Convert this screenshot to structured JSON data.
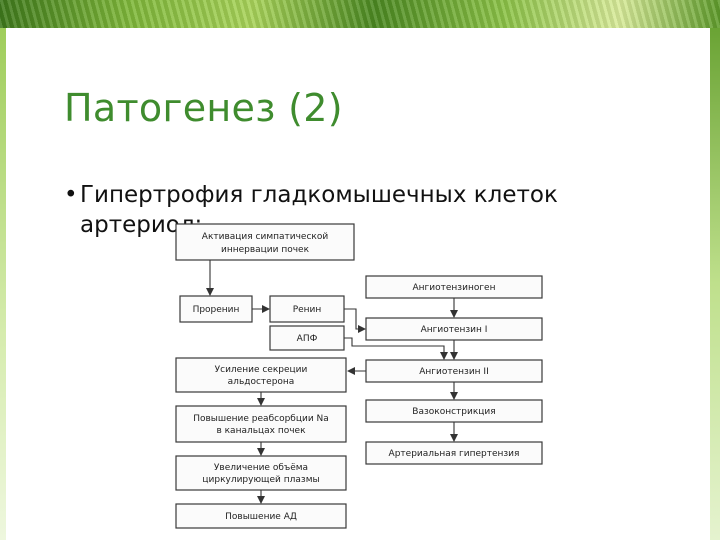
{
  "slide": {
    "title": "Патогенез (2)",
    "bullet": "Гипертрофия гладкомышечных клеток артериол;"
  },
  "diagram": {
    "left_column": [
      {
        "line1": "Активация симпатической",
        "line2": "иннервации почек"
      },
      {
        "line1": "Проренин"
      },
      {
        "line1": "Ренин"
      },
      {
        "line1": "АПФ"
      },
      {
        "line1": "Усиление секреции",
        "line2": "альдостерона"
      },
      {
        "line1": "Повышение реабсорбции Na",
        "line2": "в канальцах почек"
      },
      {
        "line1": "Увеличение объёма",
        "line2": "циркулирующей плазмы"
      },
      {
        "line1": "Повышение АД"
      }
    ],
    "right_column": [
      {
        "line1": "Ангиотензиноген"
      },
      {
        "line1": "Ангиотензин I"
      },
      {
        "line1": "Ангиотензин II"
      },
      {
        "line1": "Вазоконстрикция"
      },
      {
        "line1": "Артериальная гипертензия"
      }
    ]
  }
}
